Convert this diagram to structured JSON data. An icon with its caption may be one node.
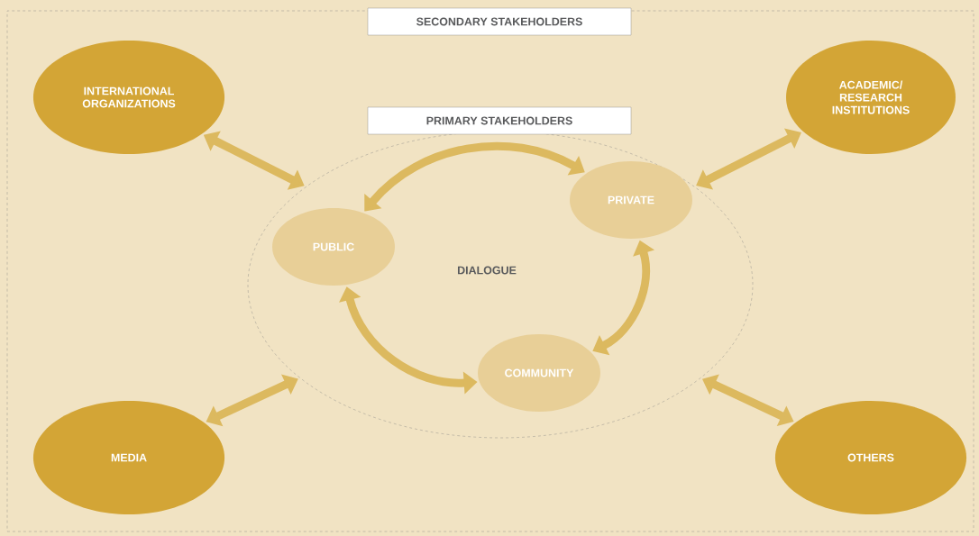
{
  "diagram": {
    "nodes": [
      {
        "text": [
          "SECONDARY STAKEHOLDERS"
        ]
      },
      {
        "text": [
          "PRIMARY STAKEHOLDERS",
          "DIALOGUE"
        ],
        "in": 0
      },
      {
        "text": [
          "PUBLIC"
        ],
        "in": 1
      },
      {
        "text": [
          "PRIVATE"
        ],
        "in": 1
      },
      {
        "text": [
          "COMMUNITY"
        ],
        "in": 1
      },
      {
        "text": [
          "INTERNATIONAL ORGANIZATIONS"
        ],
        "in": 0
      },
      {
        "text": [
          "ACADEMIC/ RESEARCH INSTITUTIONS"
        ],
        "in": 0
      },
      {
        "text": [
          "MEDIA"
        ],
        "in": 0
      },
      {
        "text": [
          "OTHERS"
        ],
        "in": 0
      }
    ],
    "edges": [
      {
        "from": 2,
        "to": 3,
        "arrow": "both"
      },
      {
        "from": 2,
        "to": 4,
        "arrow": "both"
      },
      {
        "from": 3,
        "to": 4,
        "arrow": "both"
      },
      {
        "from": 5,
        "to": 1,
        "arrow": "both"
      },
      {
        "from": 6,
        "to": 1,
        "arrow": "both"
      },
      {
        "from": 7,
        "to": 1,
        "arrow": "both"
      },
      {
        "from": 8,
        "to": 1,
        "arrow": "both"
      }
    ]
  }
}
